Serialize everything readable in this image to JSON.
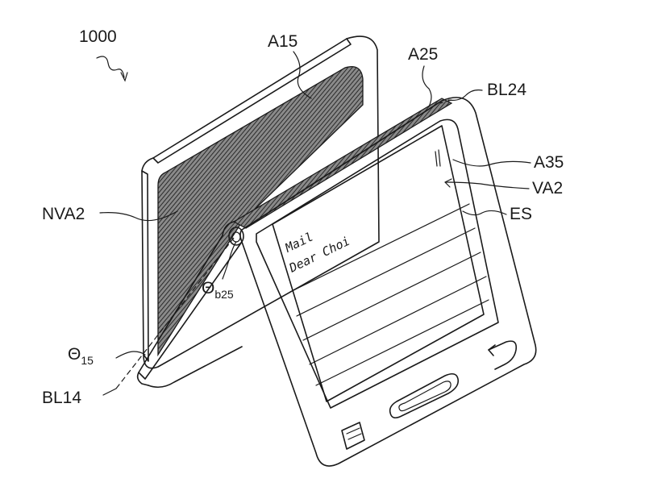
{
  "figure": {
    "reference": "1000",
    "labels": {
      "a15": "A15",
      "a25": "A25",
      "bl24": "BL24",
      "a35": "A35",
      "va2": "VA2",
      "es": "ES",
      "nva2": "NVA2",
      "theta_b25_symbol": "Θ",
      "theta_b25_sub": "b25",
      "theta_15_symbol": "Θ",
      "theta_15_sub": "15",
      "bl14": "BL14"
    },
    "screen": {
      "line1": "Mail",
      "line2": "Dear Choi"
    }
  },
  "colors": {
    "ink": "#1a1a1a",
    "background": "#ffffff",
    "hatch": "#3a3a3a"
  }
}
